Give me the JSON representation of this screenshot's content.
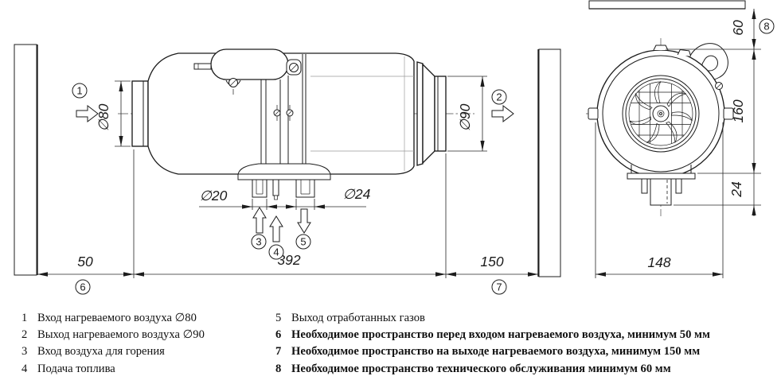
{
  "legend": {
    "left": [
      {
        "num": "1",
        "text": "Вход нагреваемого воздуха ∅80"
      },
      {
        "num": "2",
        "text": "Выход нагреваемого воздуха ∅90"
      },
      {
        "num": "3",
        "text": "Вход воздуха для горения"
      },
      {
        "num": "4",
        "text": "Подача топлива"
      }
    ],
    "right": [
      {
        "num": "5",
        "text": "Выход отработанных газов"
      },
      {
        "num": "6",
        "text": "Необходимое пространство перед входом нагреваемого воздуха, минимум 50 мм"
      },
      {
        "num": "7",
        "text": "Необходимое пространство на выходе нагреваемого воздуха, минимум 150 мм"
      },
      {
        "num": "8",
        "text": "Необходимое пространство технического обслуживания минимум 60 мм"
      }
    ]
  },
  "callouts": {
    "c1": "1",
    "c2": "2",
    "c3": "3",
    "c4": "4",
    "c5": "5",
    "c6": "6",
    "c7": "7",
    "c8": "8"
  },
  "dimensions": {
    "side_view": {
      "inlet_diameter": "∅80",
      "outlet_diameter": "∅90",
      "combustion_air_diameter": "∅20",
      "exhaust_diameter": "∅24",
      "front_clearance": "50",
      "body_length": "392",
      "rear_clearance": "150"
    },
    "front_view": {
      "top_clearance": "60",
      "body_height": "160",
      "flange_depth": "24",
      "mount_width": "148"
    }
  },
  "colors": {
    "line": "#1c1c1c",
    "hatch": "#8f8f8f",
    "dimension": "#262626",
    "background": "#ffffff"
  }
}
